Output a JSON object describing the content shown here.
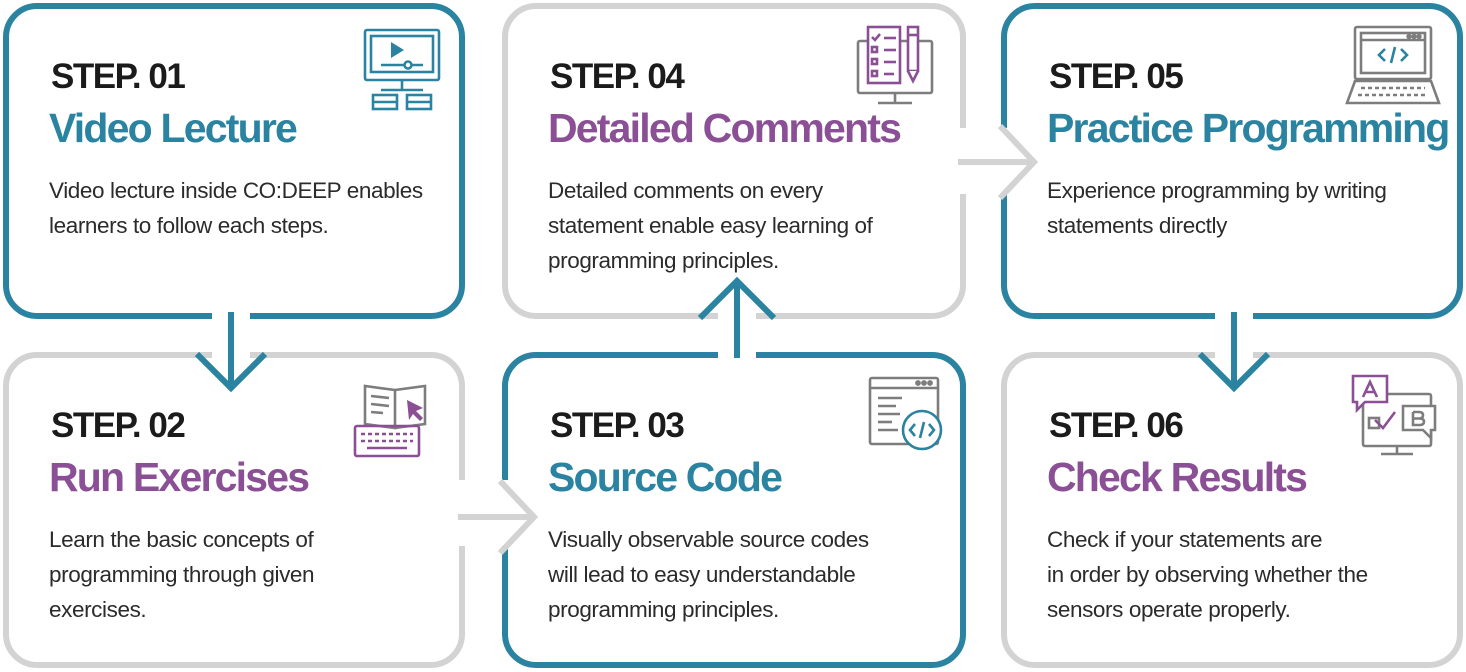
{
  "colors": {
    "blue": "#2a83a0",
    "purple": "#8a4f94",
    "gray": "#d3d3d3",
    "icon_gray": "#7d7d7d"
  },
  "steps": [
    {
      "step": "STEP. 01",
      "title": "Video Lecture",
      "desc": [
        "Video lecture inside CO:DEEP enables",
        "learners to follow each steps."
      ],
      "icon": "video-lecture-monitor-icon"
    },
    {
      "step": "STEP. 02",
      "title": "Run Exercises",
      "desc": [
        "Learn the basic concepts of",
        "programming through given",
        "exercises."
      ],
      "icon": "book-keyboard-cursor-icon"
    },
    {
      "step": "STEP. 03",
      "title": "Source Code",
      "desc": [
        "Visually observable source codes",
        "will lead to easy understandable",
        "programming principles."
      ],
      "icon": "code-window-icon"
    },
    {
      "step": "STEP. 04",
      "title": "Detailed Comments",
      "desc": [
        "Detailed comments on every",
        "statement enable easy learning of",
        "programming principles."
      ],
      "icon": "checklist-pencil-monitor-icon"
    },
    {
      "step": "STEP. 05",
      "title": "Practice Programming",
      "desc": [
        "Experience programming by writing",
        "statements directly"
      ],
      "icon": "laptop-code-icon"
    },
    {
      "step": "STEP. 06",
      "title": "Check Results",
      "desc": [
        "Check if your statements are",
        "in order by observing whether the",
        "sensors operate properly."
      ],
      "icon": "ab-comparison-icon"
    }
  ]
}
